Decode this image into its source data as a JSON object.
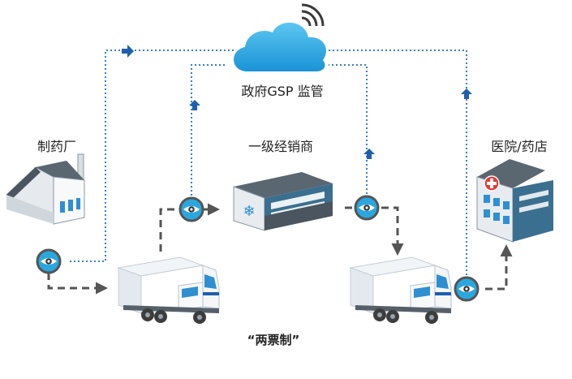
{
  "labels": {
    "regulator": "政府GSP 监管",
    "manufacturer": "制药厂",
    "distributor": "一级经销商",
    "hospital": "医院/药店",
    "caption": "“两票制”"
  },
  "colors": {
    "cloud": "#1aa0e0",
    "cloud_light": "#5cc6f2",
    "dotted_line": "#3a7fc8",
    "arrow_blue": "#1f5fae",
    "dashed_line": "#555555",
    "eye_fill": "#2aa7df",
    "eye_ring": "#555555",
    "building_dark": "#3b6f8f",
    "hospital_cross": "#e53935"
  },
  "icons": {
    "cloud": "cloud-signal-icon",
    "factory": "factory-icon",
    "warehouse": "warehouse-snowflake-icon",
    "hospital": "hospital-icon",
    "truck": "refrigerated-truck-icon",
    "eye": "eye-monitor-icon"
  }
}
